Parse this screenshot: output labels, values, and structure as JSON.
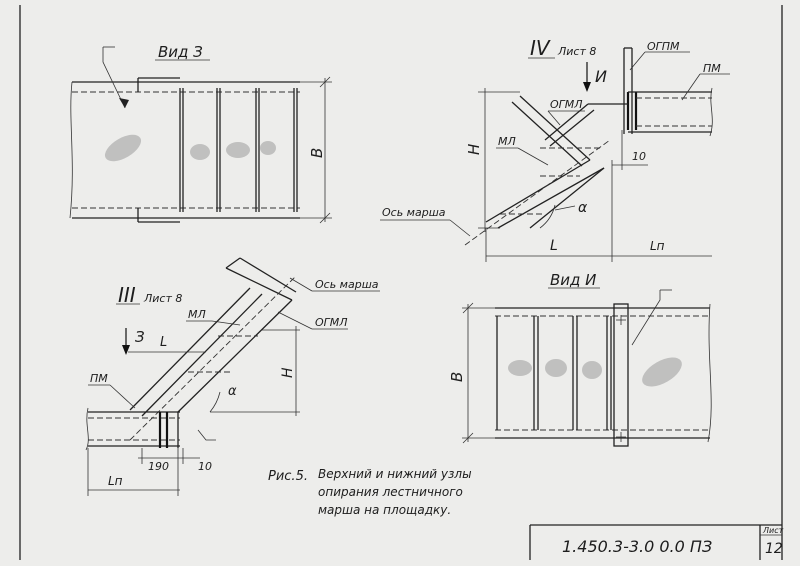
{
  "views": {
    "view_z": {
      "title": "Вид З",
      "dim_b": "В"
    },
    "node_iv": {
      "roman": "IV",
      "sheet_ref": "Лист 8",
      "arrow_label": "И",
      "labels": {
        "ogpm": "ОГПМ",
        "pm": "ПМ",
        "ogml": "ОГМЛ",
        "ml": "МЛ",
        "axis": "Ось марша",
        "h": "Н",
        "l": "L",
        "lp": "Lп",
        "alpha": "α",
        "dim_10": "10"
      }
    },
    "node_iii": {
      "roman": "III",
      "sheet_ref": "Лист 8",
      "arrow_label": "З",
      "labels": {
        "axis": "Ось марша",
        "ml": "МЛ",
        "ogml": "ОГМЛ",
        "pm": "ПМ",
        "h": "Н",
        "l": "L",
        "lp": "Lп",
        "alpha": "α",
        "dim_190": "190",
        "dim_10": "10"
      }
    },
    "view_i": {
      "title": "Вид И",
      "dim_b": "В"
    }
  },
  "caption": {
    "label": "Рис.5.",
    "lines": [
      "Верхний и нижний узлы",
      "опирания лестничного",
      "марша на площадку."
    ]
  },
  "title_block": {
    "code": "1.450.3-3.0 0.0 ПЗ",
    "sheet_label": "Лист",
    "sheet_number": "12"
  }
}
